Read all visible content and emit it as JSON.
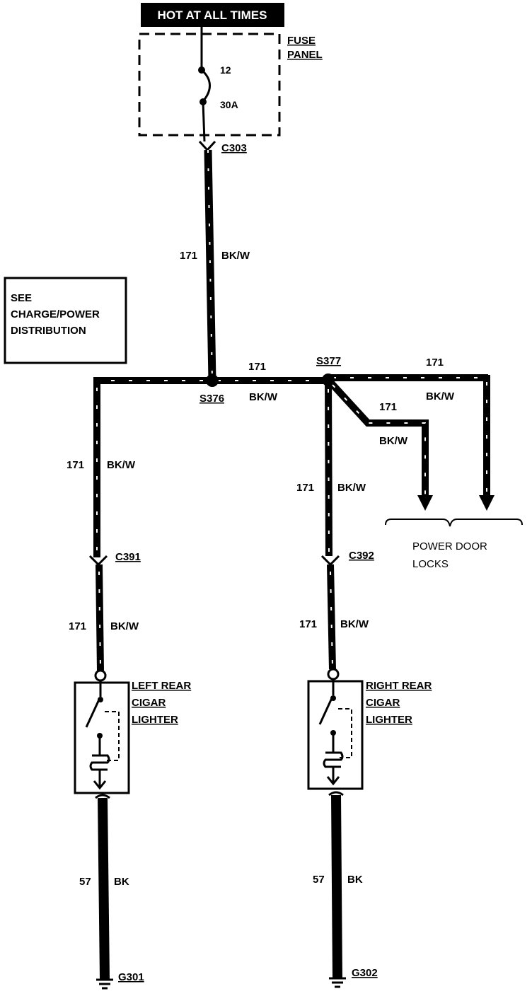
{
  "header": {
    "hot_label": "HOT AT ALL TIMES"
  },
  "fuse_panel": {
    "title_line1": "FUSE",
    "title_line2": "PANEL",
    "fuse_number": "12",
    "fuse_rating": "30A"
  },
  "see_box": {
    "line1": "SEE",
    "line2": "CHARGE/POWER",
    "line3": "DISTRIBUTION"
  },
  "connectors": {
    "c303": "C303",
    "c391": "C391",
    "c392": "C392"
  },
  "splices": {
    "s376": "S376",
    "s377": "S377"
  },
  "wires": {
    "main_circuit": "171",
    "main_color": "BK/W",
    "mid_circuit": "171",
    "mid_color": "BK/W",
    "right_top_circuit": "171",
    "right_top_color": "BK/W",
    "door_circuit": "171",
    "door_color": "BK/W",
    "left_upper_circuit": "171",
    "left_upper_color": "BK/W",
    "right_upper_circuit": "171",
    "right_upper_color": "BK/W",
    "left_lower_circuit": "171",
    "left_lower_color": "BK/W",
    "right_lower_circuit": "171",
    "right_lower_color": "BK/W",
    "left_ground_circuit": "57",
    "left_ground_color": "BK",
    "right_ground_circuit": "57",
    "right_ground_color": "BK"
  },
  "power_door_locks": {
    "line1": "POWER DOOR",
    "line2": "LOCKS"
  },
  "left_lighter": {
    "line1": "LEFT REAR",
    "line2": "CIGAR",
    "line3": "LIGHTER"
  },
  "right_lighter": {
    "line1": "RIGHT REAR",
    "line2": "CIGAR",
    "line3": "LIGHTER"
  },
  "grounds": {
    "g301": "G301",
    "g302": "G302"
  }
}
